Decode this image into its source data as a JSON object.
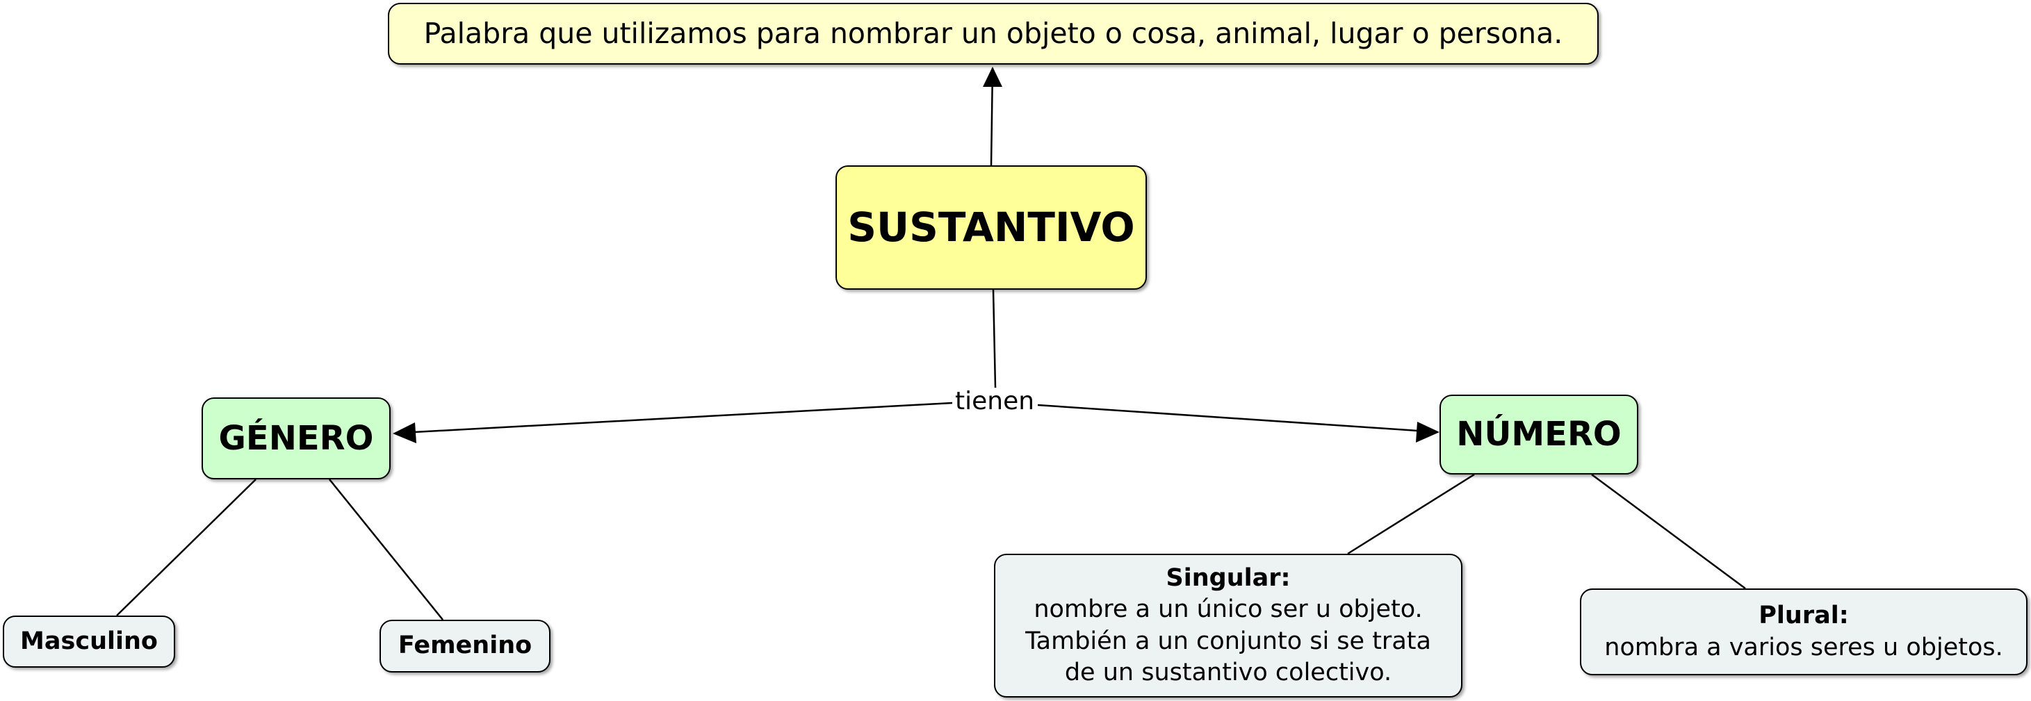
{
  "nodes": {
    "definition": "Palabra que utilizamos para nombrar un objeto o cosa, animal, lugar o persona.",
    "sustantivo": "SUSTANTIVO",
    "genero": "GÉNERO",
    "numero": "NÚMERO",
    "masculino": "Masculino",
    "femenino": "Femenino",
    "singular": {
      "title": "Singular:",
      "lines": [
        "nombre a un único ser u objeto.",
        "También a un conjunto si se trata",
        "de un sustantivo colectivo."
      ]
    },
    "plural": {
      "title": "Plural:",
      "lines": [
        "nombra a varios seres u objetos."
      ]
    }
  },
  "link_labels": {
    "tienen": "tienen"
  }
}
